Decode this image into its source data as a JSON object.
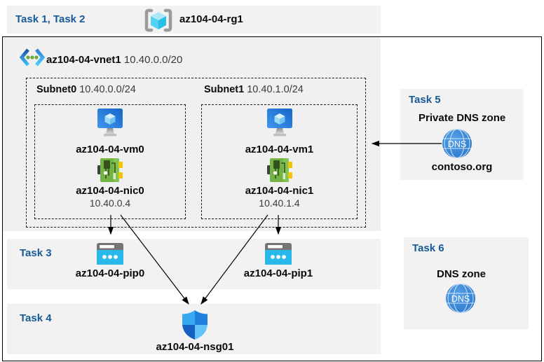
{
  "header": {
    "tasks_label": "Task 1, Task 2",
    "resource_group": "az104-04-rg1"
  },
  "vnet": {
    "name": "az104-04-vnet1",
    "cidr": "10.40.0.0/20"
  },
  "subnets": [
    {
      "name": "Subnet0",
      "cidr": "10.40.0.0/24",
      "vm": "az104-04-vm0",
      "nic": "az104-04-nic0",
      "ip": "10.40.0.4"
    },
    {
      "name": "Subnet1",
      "cidr": "10.40.1.0/24",
      "vm": "az104-04-vm1",
      "nic": "az104-04-nic1",
      "ip": "10.40.1.4"
    }
  ],
  "task3": {
    "label": "Task 3",
    "pips": [
      "az104-04-pip0",
      "az104-04-pip1"
    ]
  },
  "task4": {
    "label": "Task 4",
    "nsg": "az104-04-nsg01"
  },
  "task5": {
    "label": "Task 5",
    "title": "Private DNS zone",
    "zone_name": "contoso.org",
    "dns_icon_text": "DNS"
  },
  "task6": {
    "label": "Task 6",
    "title": "DNS zone",
    "dns_icon_text": "DNS"
  },
  "colors": {
    "task_accent_blue": "#175a97",
    "band_background": "#f2f2f2",
    "vnet_background": "#f0f0f0",
    "vm_blue": "#1e7fd8",
    "nic_green": "#72b344",
    "public_ip_cyan": "#29b8ea",
    "dns_blue": "#2f86d6",
    "nsg_blue": "#2196f3"
  }
}
